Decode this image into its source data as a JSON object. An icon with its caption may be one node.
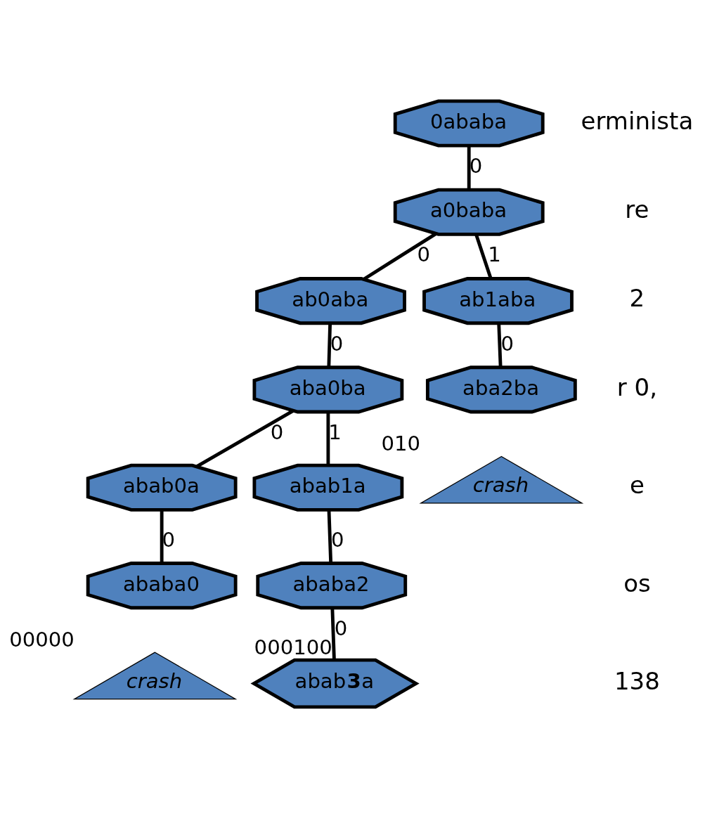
{
  "diagram": {
    "nodes": [
      {
        "text": [
          "0ababa"
        ]
      },
      {
        "text": [
          "a0baba"
        ]
      },
      {
        "text": [
          "ab0aba"
        ]
      },
      {
        "text": [
          "ab1aba"
        ]
      },
      {
        "text": [
          "aba0ba"
        ]
      },
      {
        "text": [
          "aba2ba"
        ]
      },
      {
        "text": [
          "abab0a"
        ]
      },
      {
        "text": [
          "abab1a"
        ]
      },
      {
        "text": [
          "ababa0"
        ]
      },
      {
        "text": [
          "ababa2"
        ]
      },
      {
        "text": [
          "crash"
        ],
        "beside": [
          "010"
        ]
      },
      {
        "text": [
          "crash"
        ],
        "beside": [
          "00000"
        ]
      },
      {
        "text": [
          "abab**3**a"
        ],
        "beside": [
          "000100"
        ]
      }
    ],
    "edges": [
      {
        "from": 0,
        "to": 1,
        "arrow": "none",
        "label": "0"
      },
      {
        "from": 1,
        "to": 2,
        "arrow": "none",
        "label": "0"
      },
      {
        "from": 1,
        "to": 3,
        "arrow": "none",
        "label": "1"
      },
      {
        "from": 2,
        "to": 4,
        "arrow": "none",
        "label": "0"
      },
      {
        "from": 3,
        "to": 5,
        "arrow": "none",
        "label": "0"
      },
      {
        "from": 4,
        "to": 6,
        "arrow": "none",
        "label": "0"
      },
      {
        "from": 4,
        "to": 7,
        "arrow": "none",
        "label": "1"
      },
      {
        "from": 6,
        "to": 8,
        "arrow": "none",
        "label": "0"
      },
      {
        "from": 7,
        "to": 9,
        "arrow": "none",
        "label": "0"
      },
      {
        "from": 9,
        "to": 12,
        "arrow": "none",
        "label": "0"
      }
    ],
    "labels": [
      "erminista",
      "re",
      "2",
      "r 0,",
      "e",
      "os",
      "138"
    ]
  }
}
